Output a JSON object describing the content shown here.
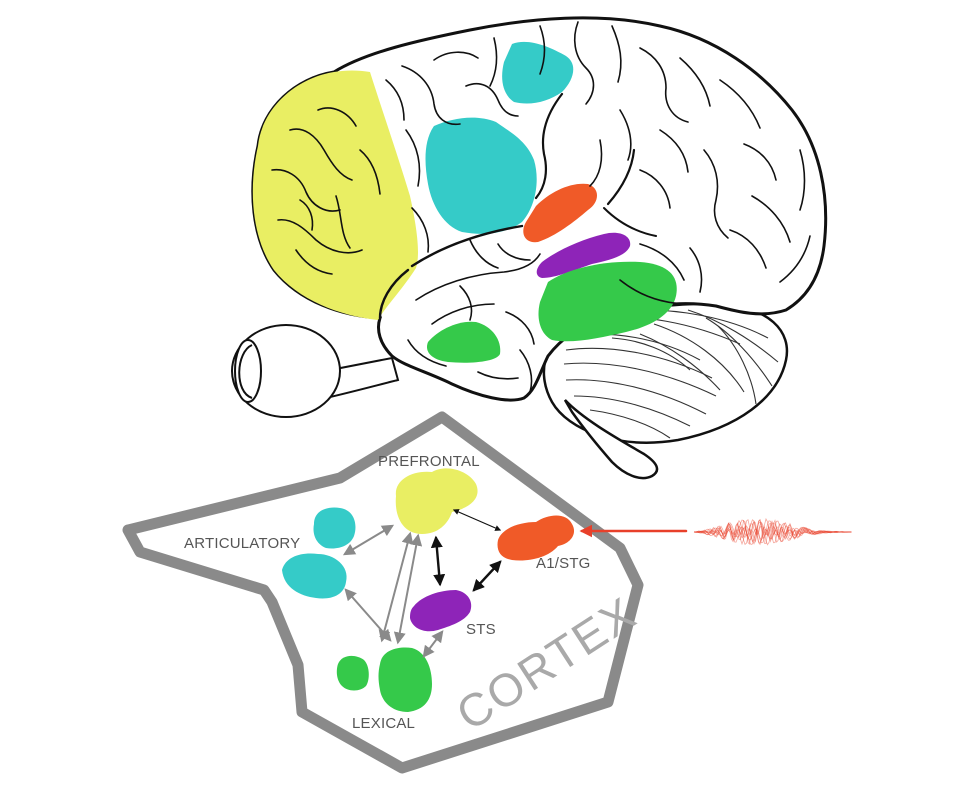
{
  "labels": {
    "prefrontal": "PREFRONTAL",
    "articulatory": "ARTICULATORY",
    "a1_stg": "A1/STG",
    "sts": "STS",
    "lexical": "LEXICAL",
    "cortex": "CORTEX"
  },
  "colors": {
    "prefrontal": "#e9ee63",
    "articulatory": "#35cbc8",
    "a1_stg": "#f05a28",
    "sts": "#8e24b8",
    "lexical": "#35c94a",
    "cortex_outline": "#8a8a8a",
    "sound_wave": "#e8402a",
    "outline": "#111111"
  },
  "icons": {
    "eye": "eye-icon",
    "sound_wave": "sound-wave-icon"
  }
}
